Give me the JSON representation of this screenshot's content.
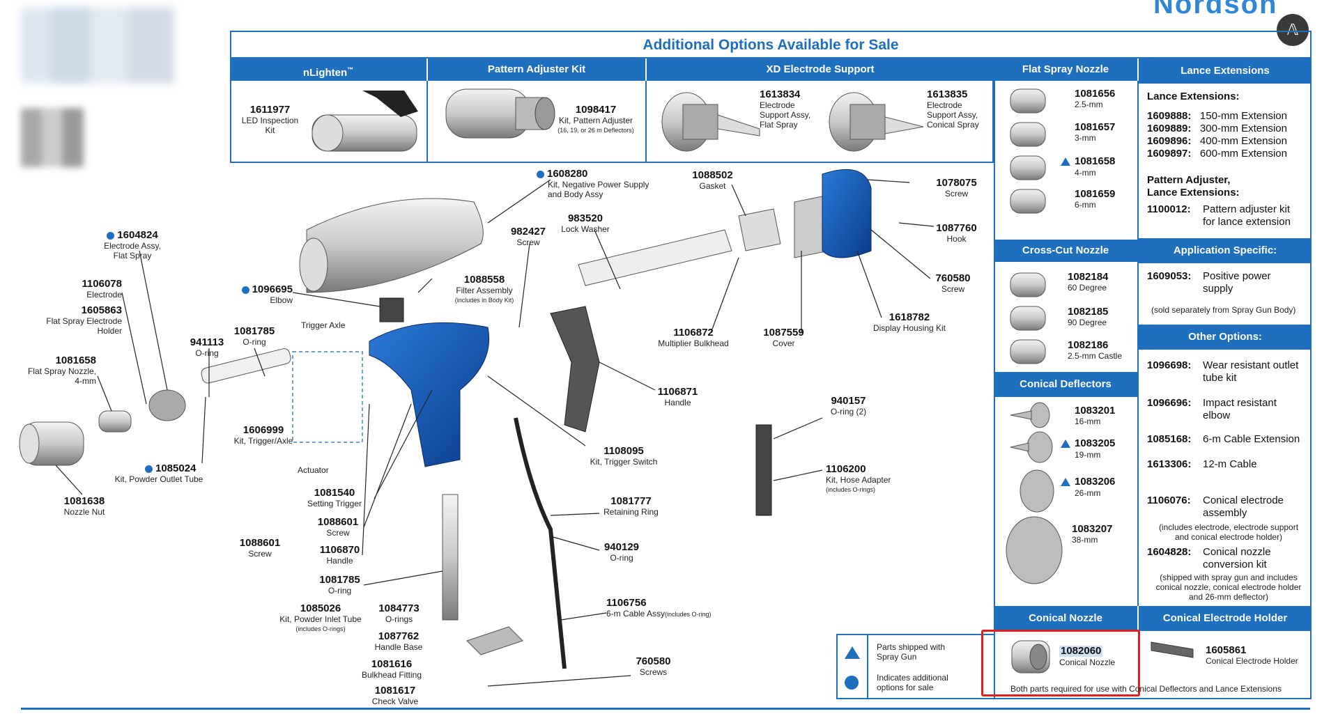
{
  "brand": "Nordson",
  "title": "Additional Options Available for Sale",
  "sections": {
    "nlighten": "nLighten",
    "nlighten_tm": "™",
    "pattern_adjuster": "Pattern Adjuster Kit",
    "xd_electrode": "XD Electrode Support",
    "flat_spray": "Flat Spray Nozzle",
    "lance_ext": "Lance Extensions",
    "cross_cut": "Cross-Cut Nozzle",
    "application_specific": "Application Specific:",
    "conical_deflectors": "Conical Deflectors",
    "other_options": "Other Options:",
    "conical_nozzle": "Conical Nozzle",
    "conical_electrode_holder": "Conical Electrode Holder"
  },
  "top_items": {
    "i1611977": {
      "pn": "1611977",
      "l1": "LED Inspection",
      "l2": "Kit"
    },
    "i1098417": {
      "pn": "1098417",
      "l1": "Kit, Pattern Adjuster",
      "l2": "(16, 19, or 26 m Deflectors)"
    },
    "i1613834": {
      "pn": "1613834",
      "l1": "Electrode",
      "l2": "Support Assy,",
      "l3": "Flat Spray"
    },
    "i1613835": {
      "pn": "1613835",
      "l1": "Electrode",
      "l2": "Support Assy,",
      "l3": "Conical Spray"
    }
  },
  "flat_nozzles": [
    {
      "pn": "1081656",
      "size": "2.5-mm",
      "shipped": false
    },
    {
      "pn": "1081657",
      "size": "3-mm",
      "shipped": false
    },
    {
      "pn": "1081658",
      "size": "4-mm",
      "shipped": true
    },
    {
      "pn": "1081659",
      "size": "6-mm",
      "shipped": false
    }
  ],
  "cross_cut_nozzles": [
    {
      "pn": "1082184",
      "desc": "60 Degree"
    },
    {
      "pn": "1082185",
      "desc": "90 Degree"
    },
    {
      "pn": "1082186",
      "desc": "2.5-mm Castle"
    }
  ],
  "conical_deflectors": [
    {
      "pn": "1083201",
      "size": "16-mm",
      "shipped": false
    },
    {
      "pn": "1083205",
      "size": "19-mm",
      "shipped": true
    },
    {
      "pn": "1083206",
      "size": "26-mm",
      "shipped": true
    },
    {
      "pn": "1083207",
      "size": "38-mm",
      "shipped": false
    }
  ],
  "lance": {
    "heading": "Lance Extensions:",
    "items": [
      {
        "pn": "1609888:",
        "desc": "150-mm Extension"
      },
      {
        "pn": "1609889:",
        "desc": "300-mm Extension"
      },
      {
        "pn": "1609896:",
        "desc": "400-mm Extension"
      },
      {
        "pn": "1609897:",
        "desc": "600-mm Extension"
      }
    ],
    "pa_heading1": "Pattern Adjuster,",
    "pa_heading2": "Lance Extensions:",
    "pa_pn": "1100012:",
    "pa_desc1": "Pattern adjuster kit",
    "pa_desc2": "for lance extension"
  },
  "application": {
    "pn": "1609053:",
    "desc1": "Positive power",
    "desc2": "supply",
    "note": "(sold separately from Spray Gun Body)"
  },
  "other": [
    {
      "pn": "1096698:",
      "d1": "Wear resistant outlet",
      "d2": "tube kit"
    },
    {
      "pn": "1096696:",
      "d1": "Impact resistant",
      "d2": "elbow"
    },
    {
      "pn": "1085168:",
      "d1": "6-m Cable Extension",
      "d2": ""
    },
    {
      "pn": "1613306:",
      "d1": "12-m Cable",
      "d2": ""
    },
    {
      "pn": "1106076:",
      "d1": "Conical electrode",
      "d2": "assembly"
    },
    {
      "pn": "1604828:",
      "d1": "Conical nozzle",
      "d2": "conversion kit"
    }
  ],
  "other_notes": {
    "n1a": "(includes electrode, electrode support",
    "n1b": "and conical electrode holder)",
    "n2a": "(shipped with spray gun and includes",
    "n2b": "conical nozzle, conical electrode holder",
    "n2c": "and 26-mm deflector)"
  },
  "bottom": {
    "nozzle_pn": "1082060",
    "nozzle_lbl": "Conical Nozzle",
    "holder_pn": "1605861",
    "holder_lbl": "Conical Electrode Holder",
    "note": "Both parts required for use with Conical Deflectors and Lance Extensions"
  },
  "legend": {
    "shipped1": "Parts shipped with",
    "shipped2": "Spray Gun",
    "options1": "Indicates additional",
    "options2": "options for sale"
  },
  "parts": {
    "p1604824": {
      "pn": "1604824",
      "l1": "Electrode Assy,",
      "l2": "Flat Spray"
    },
    "p1106078": {
      "pn": "1106078",
      "l1": "Electrode"
    },
    "p1605863": {
      "pn": "1605863",
      "l1": "Flat Spray Electrode",
      "l2": "Holder"
    },
    "p1081658": {
      "pn": "1081658",
      "l1": "Flat Spray Nozzle,",
      "l2": "4-mm"
    },
    "p941113": {
      "pn": "941113",
      "l1": "O-ring"
    },
    "p1081785a": {
      "pn": "1081785",
      "l1": "O-ring"
    },
    "p1096695": {
      "pn": "1096695",
      "l1": "Elbow"
    },
    "p1085024": {
      "pn": "1085024",
      "l1": "Kit, Powder Outlet Tube"
    },
    "p1081638": {
      "pn": "1081638",
      "l1": "Nozzle Nut"
    },
    "p1608280": {
      "pn": "1608280",
      "l1": "Kit, Negative Power Supply",
      "l2": "and Body Assy"
    },
    "p983520": {
      "pn": "983520",
      "l1": "Lock Washer"
    },
    "p982427": {
      "pn": "982427",
      "l1": "Screw"
    },
    "p1088558": {
      "pn": "1088558",
      "l1": "Filter Assembly",
      "l2": "(includes in Body Kit)"
    },
    "trigger_axle": "Trigger Axle",
    "actuator": "Actuator",
    "p1606999": {
      "pn": "1606999",
      "l1": "Kit, Trigger/Axle"
    },
    "p1081540": {
      "pn": "1081540",
      "l1": "Setting Trigger"
    },
    "p1088601a": {
      "pn": "1088601",
      "l1": "Screw"
    },
    "p1088601b": {
      "pn": "1088601",
      "l1": "Screw"
    },
    "p1106870": {
      "pn": "1106870",
      "l1": "Handle"
    },
    "p1081785b": {
      "pn": "1081785",
      "l1": "O-ring"
    },
    "p1085026": {
      "pn": "1085026",
      "l1": "Kit, Powder Inlet Tube",
      "l2": "(includes O-rings)"
    },
    "p1084773": {
      "pn": "1084773",
      "l1": "O-rings"
    },
    "p1087762": {
      "pn": "1087762",
      "l1": "Handle Base"
    },
    "p1081616": {
      "pn": "1081616",
      "l1": "Bulkhead Fitting"
    },
    "p1081617": {
      "pn": "1081617",
      "l1": "Check Valve"
    },
    "p1088502": {
      "pn": "1088502",
      "l1": "Gasket"
    },
    "p1078075": {
      "pn": "1078075",
      "l1": "Screw"
    },
    "p1087760": {
      "pn": "1087760",
      "l1": "Hook"
    },
    "p760580a": {
      "pn": "760580",
      "l1": "Screw"
    },
    "p1618782": {
      "pn": "1618782",
      "l1": "Display Housing Kit"
    },
    "p1106872": {
      "pn": "1106872",
      "l1": "Multiplier Bulkhead"
    },
    "p1087559": {
      "pn": "1087559",
      "l1": "Cover"
    },
    "p1106871": {
      "pn": "1106871",
      "l1": "Handle"
    },
    "p1108095": {
      "pn": "1108095",
      "l1": "Kit, Trigger Switch"
    },
    "p940157": {
      "pn": "940157",
      "l1": "O-ring (2)"
    },
    "p1106200": {
      "pn": "1106200",
      "l1": "Kit, Hose Adapter",
      "l2": "(includes O-rings)"
    },
    "p1081777": {
      "pn": "1081777",
      "l1": "Retaining Ring"
    },
    "p940129": {
      "pn": "940129",
      "l1": "O-ring"
    },
    "p1106756": {
      "pn": "1106756",
      "l1": "6-m Cable Assy",
      "l2": "(includes O-ring)"
    },
    "p760580b": {
      "pn": "760580",
      "l1": "Screws"
    }
  }
}
